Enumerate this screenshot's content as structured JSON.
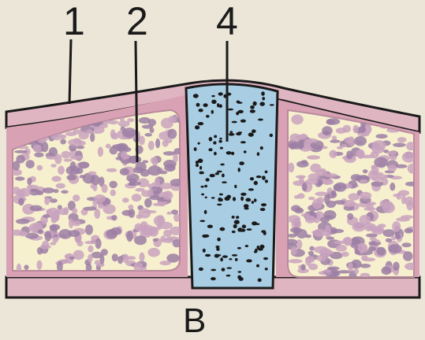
{
  "labels": [
    {
      "id": "1",
      "text": "1"
    },
    {
      "id": "2",
      "text": "2"
    },
    {
      "id": "4",
      "text": "4"
    }
  ],
  "caption": "В",
  "colors": {
    "background": "#ece6d8",
    "outline": "#1a1a1a",
    "bone_edge": "#d8a2b4",
    "bone_fill": "#f7f0cf",
    "spongy_pink": "#c9a3be",
    "spongy_dark": "#9c7fa4",
    "cartilage_fill": "#a9cde3",
    "cartilage_dot": "#1a1a1a"
  }
}
